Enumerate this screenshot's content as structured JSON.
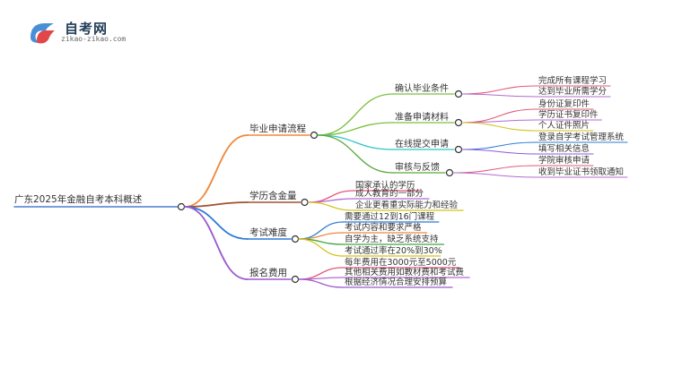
{
  "logo": {
    "title": "自考网",
    "url": "zikao-zikao.com"
  },
  "mindmap": {
    "root": "广东2025年金融自考本科概述",
    "branches": [
      {
        "label": "毕业申请流程",
        "color": "#f0883a",
        "children": [
          {
            "label": "确认毕业条件",
            "color": "#7cbf3e",
            "children": [
              {
                "label": "完成所有课程学习",
                "color": "#e05a7a"
              },
              {
                "label": "达到毕业所需学分",
                "color": "#b46bd1"
              }
            ]
          },
          {
            "label": "准备申请材料",
            "color": "#7cbf3e",
            "children": [
              {
                "label": "身份证复印件",
                "color": "#e05a7a"
              },
              {
                "label": "学历证书复印件",
                "color": "#b46bd1"
              },
              {
                "label": "个人证件照片",
                "color": "#d4c21a"
              }
            ]
          },
          {
            "label": "在线提交申请",
            "color": "#2ec4c4",
            "children": [
              {
                "label": "登录自学考试管理系统",
                "color": "#2b7bd6"
              },
              {
                "label": "填写相关信息",
                "color": "#8c5ad6"
              }
            ]
          },
          {
            "label": "审核与反馈",
            "color": "#5aa63a",
            "children": [
              {
                "label": "学院审核申请",
                "color": "#e05a7a"
              },
              {
                "label": "收到毕业证书领取通知",
                "color": "#b46bd1"
              }
            ]
          }
        ]
      },
      {
        "label": "学历含金量",
        "color": "#a0522d",
        "children": [
          {
            "label": "国家承认的学历",
            "color": "#e05a7a"
          },
          {
            "label": "成人教育的一部分",
            "color": "#b46bd1"
          },
          {
            "label": "企业更看重实际能力和经验",
            "color": "#d4c21a"
          }
        ]
      },
      {
        "label": "考试难度",
        "color": "#2b7bd6",
        "children": [
          {
            "label": "需要通过12到16门课程",
            "color": "#2b7bd6"
          },
          {
            "label": "考试内容和要求严格",
            "color": "#f0883a"
          },
          {
            "label": "自学为主，缺乏系统支持",
            "color": "#3ea83e"
          },
          {
            "label": "考试通过率在20%到30%",
            "color": "#d4c21a"
          }
        ]
      },
      {
        "label": "报名费用",
        "color": "#9b59d0",
        "children": [
          {
            "label": "每年费用在3000元至5000元",
            "color": "#e05a7a"
          },
          {
            "label": "其他相关费用如教材费和考试费",
            "color": "#b46bd1"
          },
          {
            "label": "根据经济情况合理安排预算",
            "color": "#9b59d0"
          }
        ]
      }
    ]
  }
}
